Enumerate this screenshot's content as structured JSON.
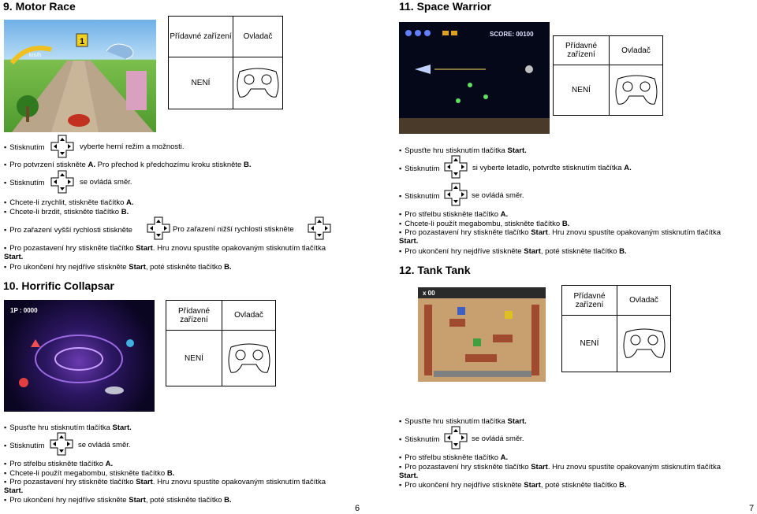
{
  "left": {
    "game9": {
      "title": "9. Motor Race",
      "table": {
        "col1": "Přídavné zařízení",
        "col2": "Ovladač",
        "value": "NENÍ"
      },
      "screen": {
        "speed_unit": "km/h",
        "hud_number": "1"
      },
      "lines": [
        {
          "a": "Stisknutím",
          "b": "vyberte herní režim a možnosti."
        },
        {
          "a": "Pro potvrzení stiskněte ",
          "bold": "A.",
          "b": " Pro přechod k předchozímu kroku stiskněte ",
          "bold2": "B."
        },
        {
          "a": "Stisknutím",
          "b": "se ovládá směr."
        },
        {
          "a": "Chcete-li zrychlit, stiskněte tlačítko ",
          "bold": "A."
        },
        {
          "a": "Chcete-li brzdit, stiskněte tlačítko ",
          "bold": "B."
        },
        {
          "a": "Pro zařazení vyšší rychlosti stiskněte",
          "b": "Pro zařazení nižší rychlosti stiskněte"
        },
        {
          "a": "Pro pozastavení hry stiskněte tlačítko ",
          "bold": "Start",
          "b": ". Hru znovu spustíte opakovaným stisknutím tlačítka",
          "c": "Start."
        },
        {
          "a": "Pro ukončení hry nejdříve stiskněte ",
          "bold": "Start",
          "b": ", poté stiskněte tlačítko ",
          "bold2": "B."
        }
      ]
    },
    "game10": {
      "title": "10. Horrific Collapsar",
      "table": {
        "col1": "Přídavné zařízení",
        "col2": "Ovladač",
        "value": "NENÍ"
      },
      "screen": {
        "hud": "1P : 0000"
      },
      "lines": [
        {
          "a": "Spusťte hru stisknutím tlačítka ",
          "bold": "Start."
        },
        {
          "a": "Stisknutím",
          "b": "se ovládá směr."
        },
        {
          "a": "Pro střelbu stiskněte tlačítko ",
          "bold": "A."
        },
        {
          "a": "Chcete-li použít megabombu, stiskněte tlačítko ",
          "bold": "B."
        },
        {
          "a": "Pro pozastavení hry stiskněte tlačítko ",
          "bold": "Start",
          "b": ". Hru znovu spustíte opakovaným stisknutím tlačítka",
          "c": "Start."
        },
        {
          "a": "Pro ukončení hry nejdříve stiskněte ",
          "bold": "Start",
          "b": ", poté stiskněte tlačítko ",
          "bold2": "B."
        }
      ]
    },
    "page_number": "6"
  },
  "right": {
    "game11": {
      "title": "11. Space Warrior",
      "table": {
        "col1": "Přídavné zařízení",
        "col2": "Ovladač",
        "value": "NENÍ"
      },
      "screen": {
        "score": "SCORE: 00100"
      },
      "lines": [
        {
          "a": "Spusťte hru stisknutím tlačítka ",
          "bold": "Start."
        },
        {
          "a": "Stisknutím",
          "b": "si vyberte letadlo, potvrďte stisknutím tlačítka ",
          "bold": "A."
        },
        {
          "a": "Stisknutím",
          "b": "se ovládá směr."
        },
        {
          "a": "Pro střelbu stiskněte tlačítko ",
          "bold": "A."
        },
        {
          "a": "Chcete-li použít megabombu, stiskněte tlačítko ",
          "bold": "B."
        },
        {
          "a": "Pro pozastavení hry stiskněte tlačítko ",
          "bold": "Start",
          "b": ". Hru znovu spustíte opakovaným stisknutím tlačítka",
          "c": "Start."
        },
        {
          "a": "Pro ukončení hry nejdříve stiskněte ",
          "bold": "Start",
          "b": ", poté stiskněte tlačítko ",
          "bold2": "B."
        }
      ]
    },
    "game12": {
      "title": "12. Tank Tank",
      "table": {
        "col1": "Přídavné zařízení",
        "col2": "Ovladač",
        "value": "NENÍ"
      },
      "screen": {
        "hud": "x 00"
      },
      "lines": [
        {
          "a": "Spusťte hru stisknutím tlačítka ",
          "bold": "Start."
        },
        {
          "a": "Stisknutím",
          "b": "se ovládá směr."
        },
        {
          "a": "Pro střelbu stiskněte tlačítko ",
          "bold": "A."
        },
        {
          "a": "Pro pozastavení hry stiskněte tlačítko ",
          "bold": "Start",
          "b": ". Hru znovu spustíte opakovaným stisknutím tlačítka",
          "c": "Start."
        },
        {
          "a": "Pro ukončení hry nejdříve stiskněte ",
          "bold": "Start",
          "b": ", poté stiskněte tlačítko ",
          "bold2": "B."
        }
      ]
    },
    "page_number": "7"
  }
}
